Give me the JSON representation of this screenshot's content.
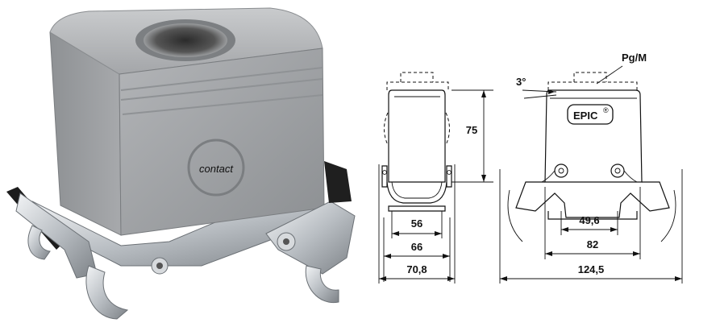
{
  "product_photo": {
    "logo_text": "contact",
    "icons": [
      "housing-photo",
      "latch-lever-icon"
    ]
  },
  "side_view": {
    "dim_height": "75",
    "dim_inner": "56",
    "dim_mid": "66",
    "dim_outer": "70,8"
  },
  "front_view": {
    "label_thread": "Pg/M",
    "label_angle": "3°",
    "label_brand": "EPIC",
    "label_brand_mark": "®",
    "dim_hole_spacing": "49,6",
    "dim_inner": "82",
    "dim_outer": "124,5"
  },
  "colors": {
    "housing": "#a9abae",
    "metal": "#c8ccd0",
    "line": "#111111",
    "epic_border": "#111111"
  }
}
